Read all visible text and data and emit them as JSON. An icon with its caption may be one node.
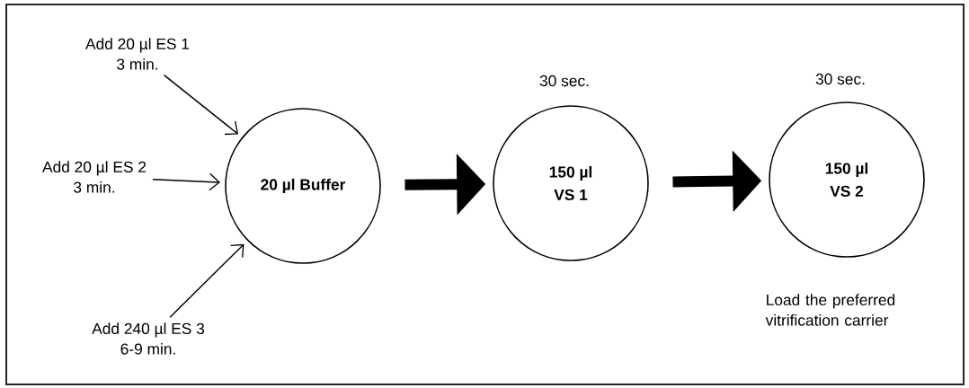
{
  "diagram": {
    "nodes": [
      {
        "text": [
          "Add 20 µl ES 1",
          "3 min."
        ]
      },
      {
        "text": [
          "Add 20 µl ES 2",
          "3 min."
        ]
      },
      {
        "text": [
          "Add 240 µl ES 3",
          "6-9 min."
        ]
      },
      {
        "text": [
          "20 µl Buffer"
        ]
      },
      {
        "text": [
          "150 µl",
          "VS 1"
        ],
        "beside": [
          "30 sec."
        ]
      },
      {
        "text": [
          "150 µl",
          "VS 2"
        ],
        "beside": [
          "30 sec.",
          "Load the preferred vitrification carrier"
        ]
      }
    ],
    "edges": [
      {
        "from": 0,
        "to": 3,
        "arrow": "to"
      },
      {
        "from": 1,
        "to": 3,
        "arrow": "to"
      },
      {
        "from": 2,
        "to": 3,
        "arrow": "to"
      },
      {
        "from": 3,
        "to": 4,
        "arrow": "to",
        "style": "thick"
      },
      {
        "from": 4,
        "to": 5,
        "arrow": "to",
        "style": "thick"
      }
    ]
  }
}
